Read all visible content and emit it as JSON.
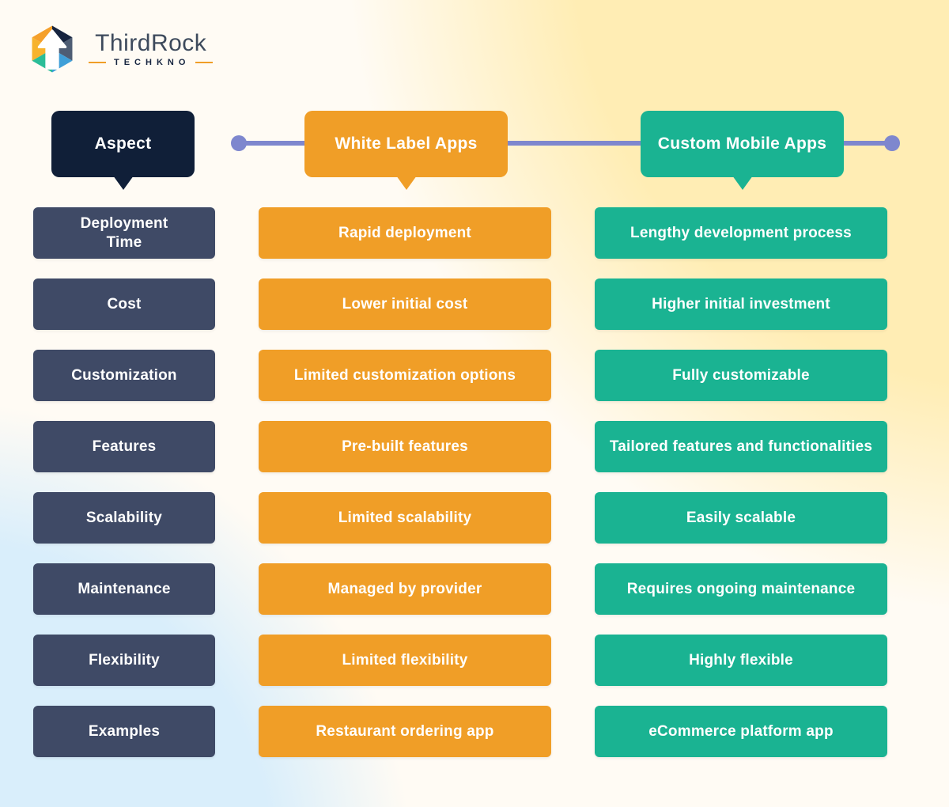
{
  "brand": {
    "name": "ThirdRock",
    "tagline": "TECHKNO"
  },
  "palette": {
    "aspect_header": "#101f38",
    "aspect_cell": "#3f4a66",
    "white_label": "#f09e27",
    "custom_mobile": "#1ab392",
    "connector": "#7e87ce",
    "background_cream": "#fffbf4",
    "background_yellow": "#ffedb4",
    "background_blue": "#d9eefb"
  },
  "columns": [
    {
      "id": "aspect",
      "header": "Aspect"
    },
    {
      "id": "white_label",
      "header": "White Label Apps"
    },
    {
      "id": "custom",
      "header": "Custom Mobile Apps"
    }
  ],
  "rows": [
    {
      "aspect": "Deployment\nTime",
      "white_label": "Rapid deployment",
      "custom": "Lengthy development process"
    },
    {
      "aspect": "Cost",
      "white_label": "Lower initial cost",
      "custom": "Higher initial investment"
    },
    {
      "aspect": "Customization",
      "white_label": "Limited customization options",
      "custom": "Fully customizable"
    },
    {
      "aspect": "Features",
      "white_label": "Pre-built features",
      "custom": "Tailored features and functionalities"
    },
    {
      "aspect": "Scalability",
      "white_label": "Limited scalability",
      "custom": "Easily scalable"
    },
    {
      "aspect": "Maintenance",
      "white_label": "Managed by provider",
      "custom": "Requires ongoing maintenance"
    },
    {
      "aspect": "Flexibility",
      "white_label": "Limited flexibility",
      "custom": "Highly flexible"
    },
    {
      "aspect": "Examples",
      "white_label": "Restaurant ordering app",
      "custom": "eCommerce platform app"
    }
  ]
}
